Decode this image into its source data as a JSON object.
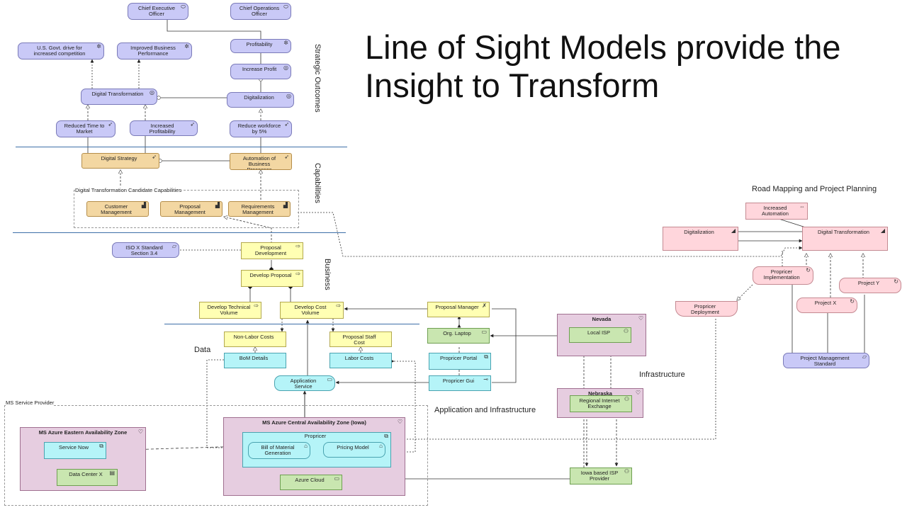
{
  "title": "Line of Sight Models provide the Insight to Transform",
  "section_labels": {
    "strategic": "Strategic Outcomes",
    "capabilities": "Capabilities",
    "business": "Business",
    "data": "Data",
    "app_infra": "Application and Infrastructure",
    "infrastructure": "Infrastructure",
    "roadmap": "Road Mapping and Project Planning"
  },
  "groups": {
    "candidate": "Digital Transformation Candidate Capabilities",
    "ms_provider": "MS Service Provider"
  },
  "motivation": {
    "ceo": "Chief Executive Officer",
    "coo": "Chief Operations Officer",
    "usgov": "U.S. Govt. drive for increased competition",
    "improved": "Improved Business Performance",
    "profitability": "Profitability",
    "increase_profit": "Increase Profit",
    "digital_transformation": "Digital Transformation",
    "digitalization": "Digitalization",
    "reduced_time": "Reduced Time to Market",
    "increased_profitability": "Increased Profitability",
    "reduce_workforce": "Reduce workforce by 5%",
    "iso": "ISO X Standard Section 3.4"
  },
  "capabilities": {
    "digital_strategy": "Digital Strategy",
    "automation": "Automation of Business Processes",
    "customer_mgmt": "Customer Management",
    "proposal_mgmt": "Proposal Management",
    "requirements_mgmt": "Requirements Management"
  },
  "business": {
    "proposal_development": "Proposal Development",
    "develop_proposal": "Develop Proposal",
    "develop_technical": "Develop Technical Volume",
    "develop_cost": "Develop Cost Volume",
    "proposal_manager": "Proposal Manager",
    "non_labor": "Non-Labor Costs",
    "proposal_staff": "Proposal Staff Cost"
  },
  "application": {
    "bom_details": "BoM Details",
    "labor_costs": "Labor Costs",
    "app_service": "Application Service",
    "proprier_portal": "Propricer Portal",
    "proprier_gui": "Propricer Gui",
    "proprier": "Propricer",
    "bill_of_material": "Bill of Material Generation",
    "pricing_model": "Pricing Model",
    "service_now": "Service Now"
  },
  "technology": {
    "org_laptop": "Org. Laptop",
    "local_isp": "Local ISP",
    "regional_exchange": "Regional Internet Exchange",
    "iowa_isp": "Iowa based ISP Provider",
    "azure_cloud": "Azure Cloud",
    "data_center": "Data Center X"
  },
  "zones": {
    "nevada": "Nevada",
    "nebraska": "Nebraska",
    "azure_central": "MS Azure Central Availability Zone  (Iowa)",
    "azure_eastern": "MS Azure Eastern Availability Zone"
  },
  "roadmap": {
    "increased_automation": "Increased Automation",
    "digitalization": "Digitalization",
    "digital_transformation": "Digital Transformation",
    "proprier_impl": "Propricer Implementation",
    "proprier_deploy": "Propricer Deployment",
    "project_x": "Project X",
    "project_y": "Project Y",
    "pm_standard": "Project Management Standard"
  },
  "icons": {
    "stakeholder": "stakeholder-icon",
    "driver": "driver-icon",
    "goal": "goal-icon",
    "outcome": "outcome-icon",
    "principle": "principle-icon",
    "capability": "capability-icon",
    "process": "process-icon",
    "role": "role-icon",
    "data_object": "data-object-icon",
    "interface": "interface-icon",
    "component": "component-icon",
    "device": "device-icon",
    "node": "node-icon",
    "location": "location-icon",
    "work_package": "work-package-icon",
    "deliverable": "deliverable-icon"
  },
  "colors": {
    "motivation": "#c9c9f7",
    "capability": "#f3d7a2",
    "business": "#ffffb3",
    "application": "#b5f4f8",
    "technology": "#c9e6b0",
    "location": "#e6cde0",
    "implementation": "#ffd6dc",
    "divider": "#3d6fa8"
  }
}
